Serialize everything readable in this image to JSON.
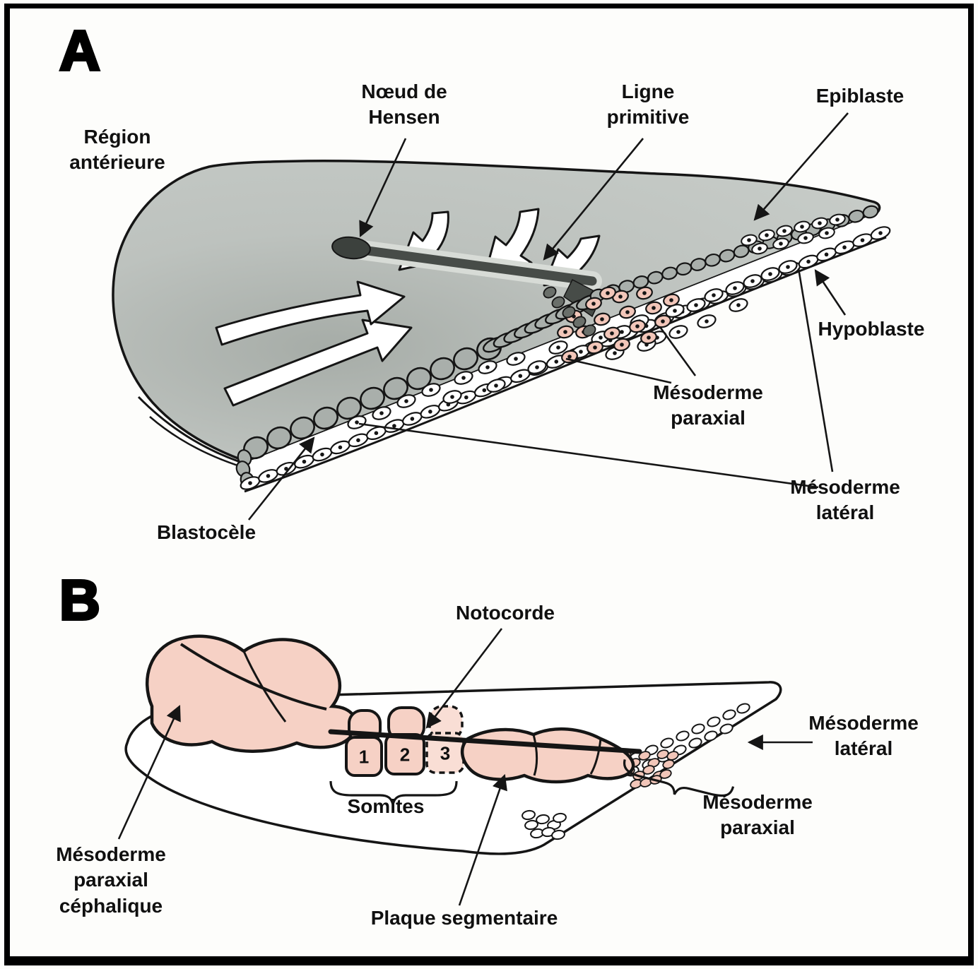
{
  "figure": {
    "panel_a": {
      "letter": "A",
      "labels": {
        "region_anterieure": "Région\nantérieure",
        "noeud_de_hensen": "Nœud de\nHensen",
        "ligne_primitive": "Ligne\nprimitive",
        "epiblaste": "Epiblaste",
        "hypoblaste": "Hypoblaste",
        "mesoderme_paraxial": "Mésoderme\nparaxial",
        "mesoderme_lateral": "Mésoderme\nlatéral",
        "blastocele": "Blastocèle"
      }
    },
    "panel_b": {
      "letter": "B",
      "labels": {
        "notocorde": "Notocorde",
        "somites": "Somites",
        "somite_numbers": [
          "1",
          "2",
          "3"
        ],
        "mesoderme_lateral": "Mésoderme\nlatéral",
        "mesoderme_paraxial": "Mésoderme\nparaxial",
        "mesoderme_paraxial_cephalique": "Mésoderme\nparaxial\ncéphalique",
        "plaque_segmentaire": "Plaque segmentaire"
      }
    },
    "colors": {
      "background": "#fdfdfb",
      "line_black": "#151515",
      "epiblast_surface": "#bdc2be",
      "surface_shadow": "#a2a8a3",
      "cell_grey": "#a9afab",
      "cell_white": "#ffffff",
      "mesoderm_pink": "#f2c6b9",
      "mass_pink": "#f6d1c5",
      "mass_pink_light": "#f9ded5",
      "streak_dark": "#474c48"
    }
  }
}
